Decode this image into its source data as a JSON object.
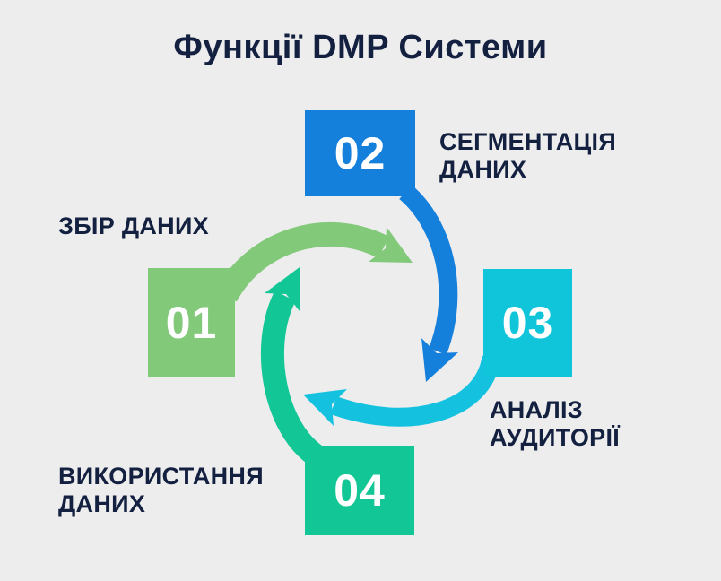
{
  "title": "Функції DMP Системи",
  "colors": {
    "background": "#EDEDEE",
    "text": "#13203F",
    "number_text": "#FFFFFF"
  },
  "steps": [
    {
      "number": "01",
      "label": "ЗБІР ДАНИХ",
      "label_lines": [
        "ЗБІР ДАНИХ"
      ],
      "color": "#82C97A"
    },
    {
      "number": "02",
      "label": "СЕГМЕНТАЦІЯ ДАНИХ",
      "label_lines": [
        "СЕГМЕНТАЦІЯ",
        "ДАНИХ"
      ],
      "color": "#1580DB"
    },
    {
      "number": "03",
      "label": "АНАЛІЗ АУДИТОРІЇ",
      "label_lines": [
        "АНАЛІЗ",
        "АУДИТОРІЇ"
      ],
      "color": "#10C5D9"
    },
    {
      "number": "04",
      "label": "ВИКОРИСТАННЯ ДАНИХ",
      "label_lines": [
        "ВИКОРИСТАННЯ",
        "ДАНИХ"
      ],
      "color": "#12C795"
    }
  ],
  "arrows": [
    {
      "from": "01",
      "to": "02",
      "color": "#82C97A"
    },
    {
      "from": "02",
      "to": "03",
      "color": "#1580DB"
    },
    {
      "from": "03",
      "to": "04",
      "color": "#14C2DF"
    },
    {
      "from": "04",
      "to": "01",
      "color": "#12C795"
    }
  ]
}
